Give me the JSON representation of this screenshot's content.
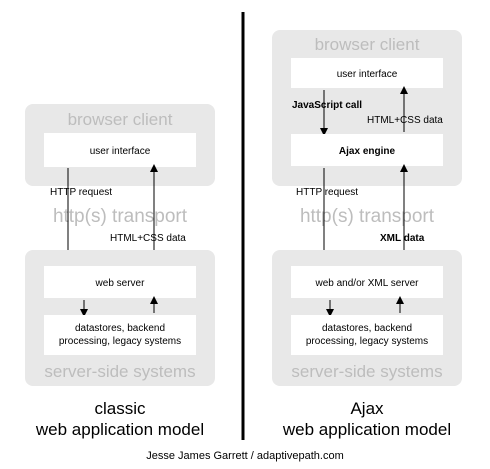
{
  "classic": {
    "browser_client": "browser client",
    "user_interface": "user interface",
    "http_request": "HTTP request",
    "transport": "http(s) transport",
    "html_css_data": "HTML+CSS data",
    "web_server": "web server",
    "datastores_line1": "datastores, backend",
    "datastores_line2": "processing, legacy systems",
    "server_side": "server-side systems",
    "title_line1": "classic",
    "title_line2": "web application model"
  },
  "ajax": {
    "browser_client": "browser client",
    "user_interface": "user interface",
    "javascript_call": "JavaScript call",
    "html_css_data": "HTML+CSS data",
    "ajax_engine": "Ajax engine",
    "http_request": "HTTP request",
    "transport": "http(s) transport",
    "xml_data": "XML data",
    "web_server": "web and/or XML server",
    "datastores_line1": "datastores, backend",
    "datastores_line2": "processing, legacy systems",
    "server_side": "server-side systems",
    "title_line1": "Ajax",
    "title_line2": "web application model"
  },
  "credit": "Jesse James Garrett / adaptivepath.com",
  "colors": {
    "panel": "#e8e8e8",
    "box": "#ffffff",
    "faint_text": "#bdbdbd",
    "divider": "#000000"
  }
}
